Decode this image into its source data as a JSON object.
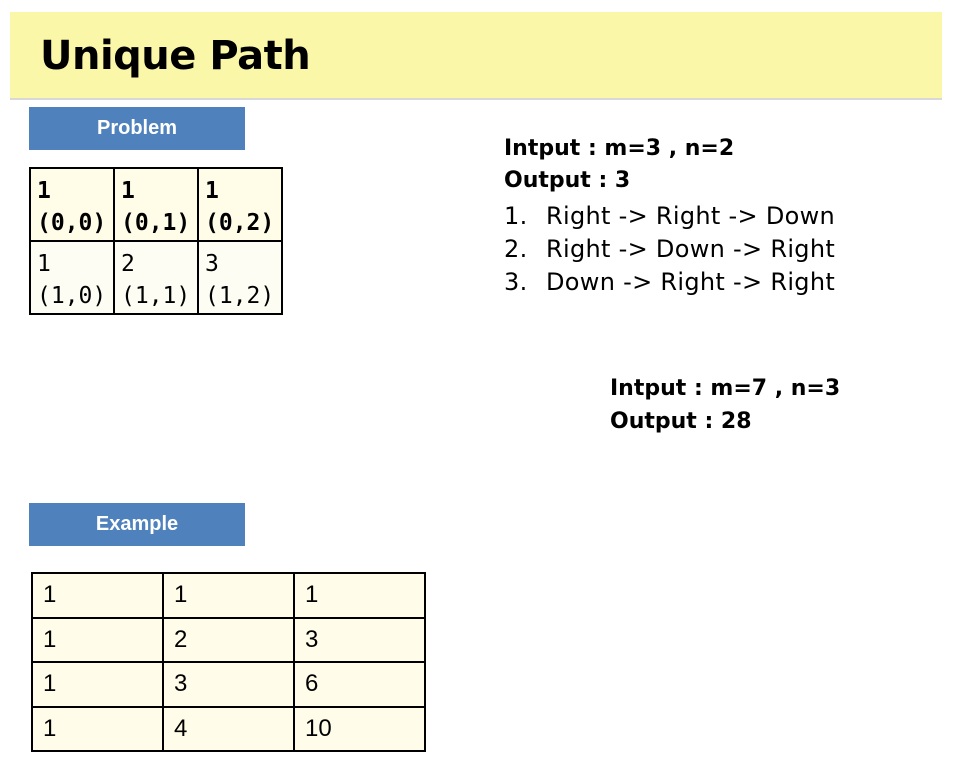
{
  "title": "Unique Path",
  "labels": {
    "problem": "Problem",
    "example": "Example"
  },
  "problem_grid": {
    "rows": [
      [
        {
          "value": "1",
          "coord": "(0,0)"
        },
        {
          "value": "1",
          "coord": "(0,1)"
        },
        {
          "value": "1",
          "coord": "(0,2)"
        }
      ],
      [
        {
          "value": "1",
          "coord": "(1,0)"
        },
        {
          "value": "2",
          "coord": "(1,1)"
        },
        {
          "value": "3",
          "coord": "(1,2)"
        }
      ]
    ]
  },
  "example1": {
    "input": "Intput : m=3 , n=2",
    "output": "Output : 3",
    "paths": [
      {
        "num": "1.",
        "text": "Right -> Right -> Down"
      },
      {
        "num": "2.",
        "text": "Right -> Down -> Right"
      },
      {
        "num": "3.",
        "text": "Down -> Right -> Right"
      }
    ]
  },
  "example2": {
    "input": "Intput : m=7 , n=3",
    "output": "Output : 28"
  },
  "example_grid": {
    "rows": [
      [
        "1",
        "1",
        "1"
      ],
      [
        "1",
        "2",
        "3"
      ],
      [
        "1",
        "3",
        "6"
      ],
      [
        "1",
        "4",
        "10"
      ]
    ]
  }
}
